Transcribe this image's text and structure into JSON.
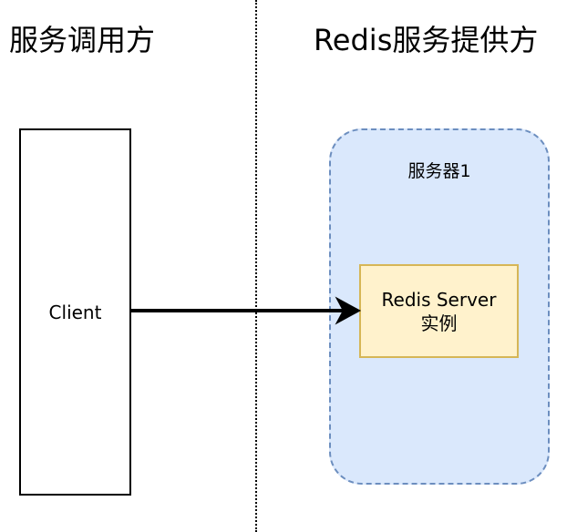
{
  "columns": {
    "left_title": "服务调用方",
    "right_title": "Redis服务提供方"
  },
  "nodes": {
    "client": "Client",
    "server_group": "服务器1",
    "redis_line1": "Redis Server",
    "redis_line2": "实例"
  },
  "colors": {
    "group_fill": "#dae8fc",
    "group_stroke": "#6c8ebf",
    "instance_fill": "#fff2cc",
    "instance_stroke": "#d6b656"
  }
}
